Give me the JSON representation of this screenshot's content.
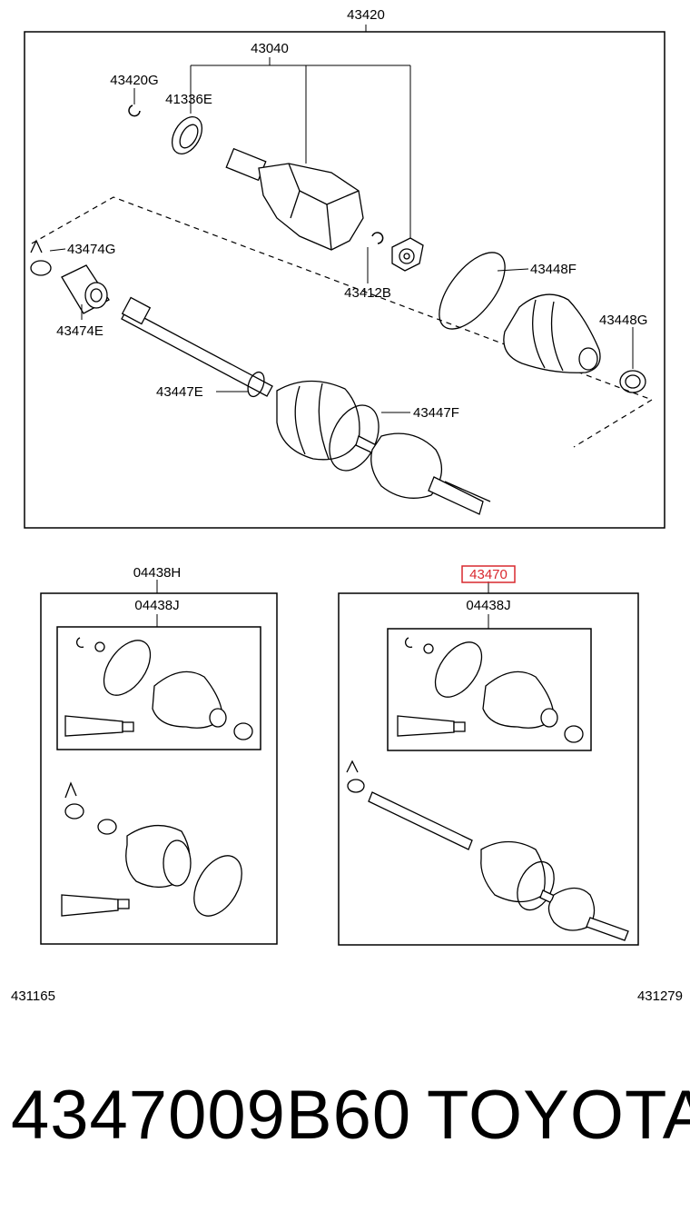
{
  "labels": {
    "main_assembly": "43420",
    "inboard_joint": "43040",
    "snap_ring_a": "43420G",
    "seal": "41336E",
    "snap_ring_b": "43412B",
    "clamp_a": "43474G",
    "damper": "43474E",
    "band_a": "43448F",
    "clamp_b": "43448G",
    "band_inner": "43447E",
    "band_outer": "43447F",
    "kit_left": "04438H",
    "kit_left_inner": "04438J",
    "kit_right": "43470",
    "kit_right_inner": "04438J"
  },
  "footer": {
    "left_code": "431165",
    "right_code": "431279"
  },
  "part_number": "4347009B60",
  "brand": "TOYOTA",
  "colors": {
    "line": "#000000",
    "highlight": "#d9282f"
  }
}
